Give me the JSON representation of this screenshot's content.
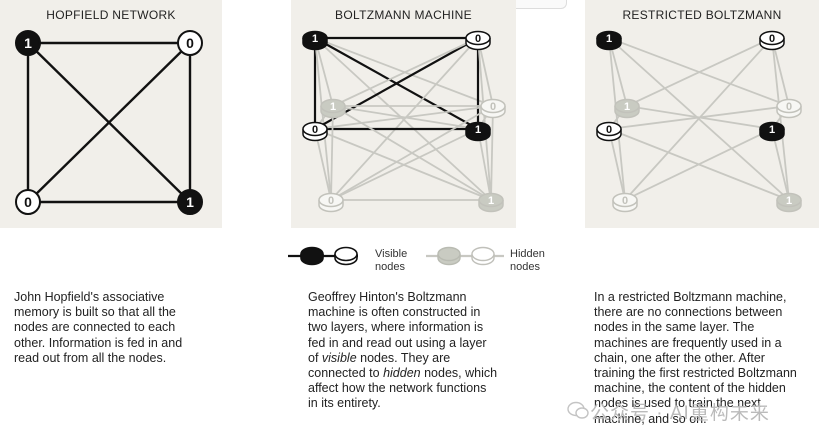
{
  "panels": [
    {
      "title": "HOPFIELD NETWORK",
      "nodes": [
        {
          "label": "1",
          "state": "on"
        },
        {
          "label": "0",
          "state": "off"
        },
        {
          "label": "0",
          "state": "off"
        },
        {
          "label": "1",
          "state": "on"
        }
      ]
    },
    {
      "title": "BOLTZMANN MACHINE"
    },
    {
      "title": "RESTRICTED BOLTZMANN"
    }
  ],
  "node_labels": {
    "one": "1",
    "zero": "0"
  },
  "legend": {
    "visible_line1": "Visible",
    "visible_line2": "nodes",
    "hidden_line1": "Hidden",
    "hidden_line2": "nodes"
  },
  "descriptions": {
    "hopfield": [
      "John Hopfield's associative",
      "memory is built so that all the",
      "nodes are connected to each",
      "other. Information is fed in and",
      "read out from all the nodes."
    ],
    "boltzmann": [
      {
        "t": "Geoffrey Hinton's Boltzmann"
      },
      {
        "t": "machine is often constructed in"
      },
      {
        "t": "two layers, where information is"
      },
      {
        "t": "fed in and read out using a layer"
      },
      {
        "pre": "of ",
        "em": "visible",
        "post": " nodes. They are"
      },
      {
        "pre": "connected to ",
        "em": "hidden",
        "post": " nodes, which"
      },
      {
        "t": "affect how the network functions"
      },
      {
        "t": "in its entirety."
      }
    ],
    "restricted": [
      "In a restricted Boltzmann machine,",
      "there are no connections between",
      "nodes in the same layer. The",
      "machines are frequently used in a",
      "chain, one after the other. After",
      "training the first restricted Boltzmann",
      "machine, the content of the hidden",
      "nodes is used to train the next",
      "machine, and so on."
    ]
  },
  "watermark": "公众号 · AI重构未来",
  "colors": {
    "panel_bg": "#f1efea",
    "visible_line": "#111111",
    "hidden_line": "#c8c8c2",
    "hidden_fill": "#c9cbc2",
    "node_on": "#111111",
    "node_off": "#ffffff"
  }
}
